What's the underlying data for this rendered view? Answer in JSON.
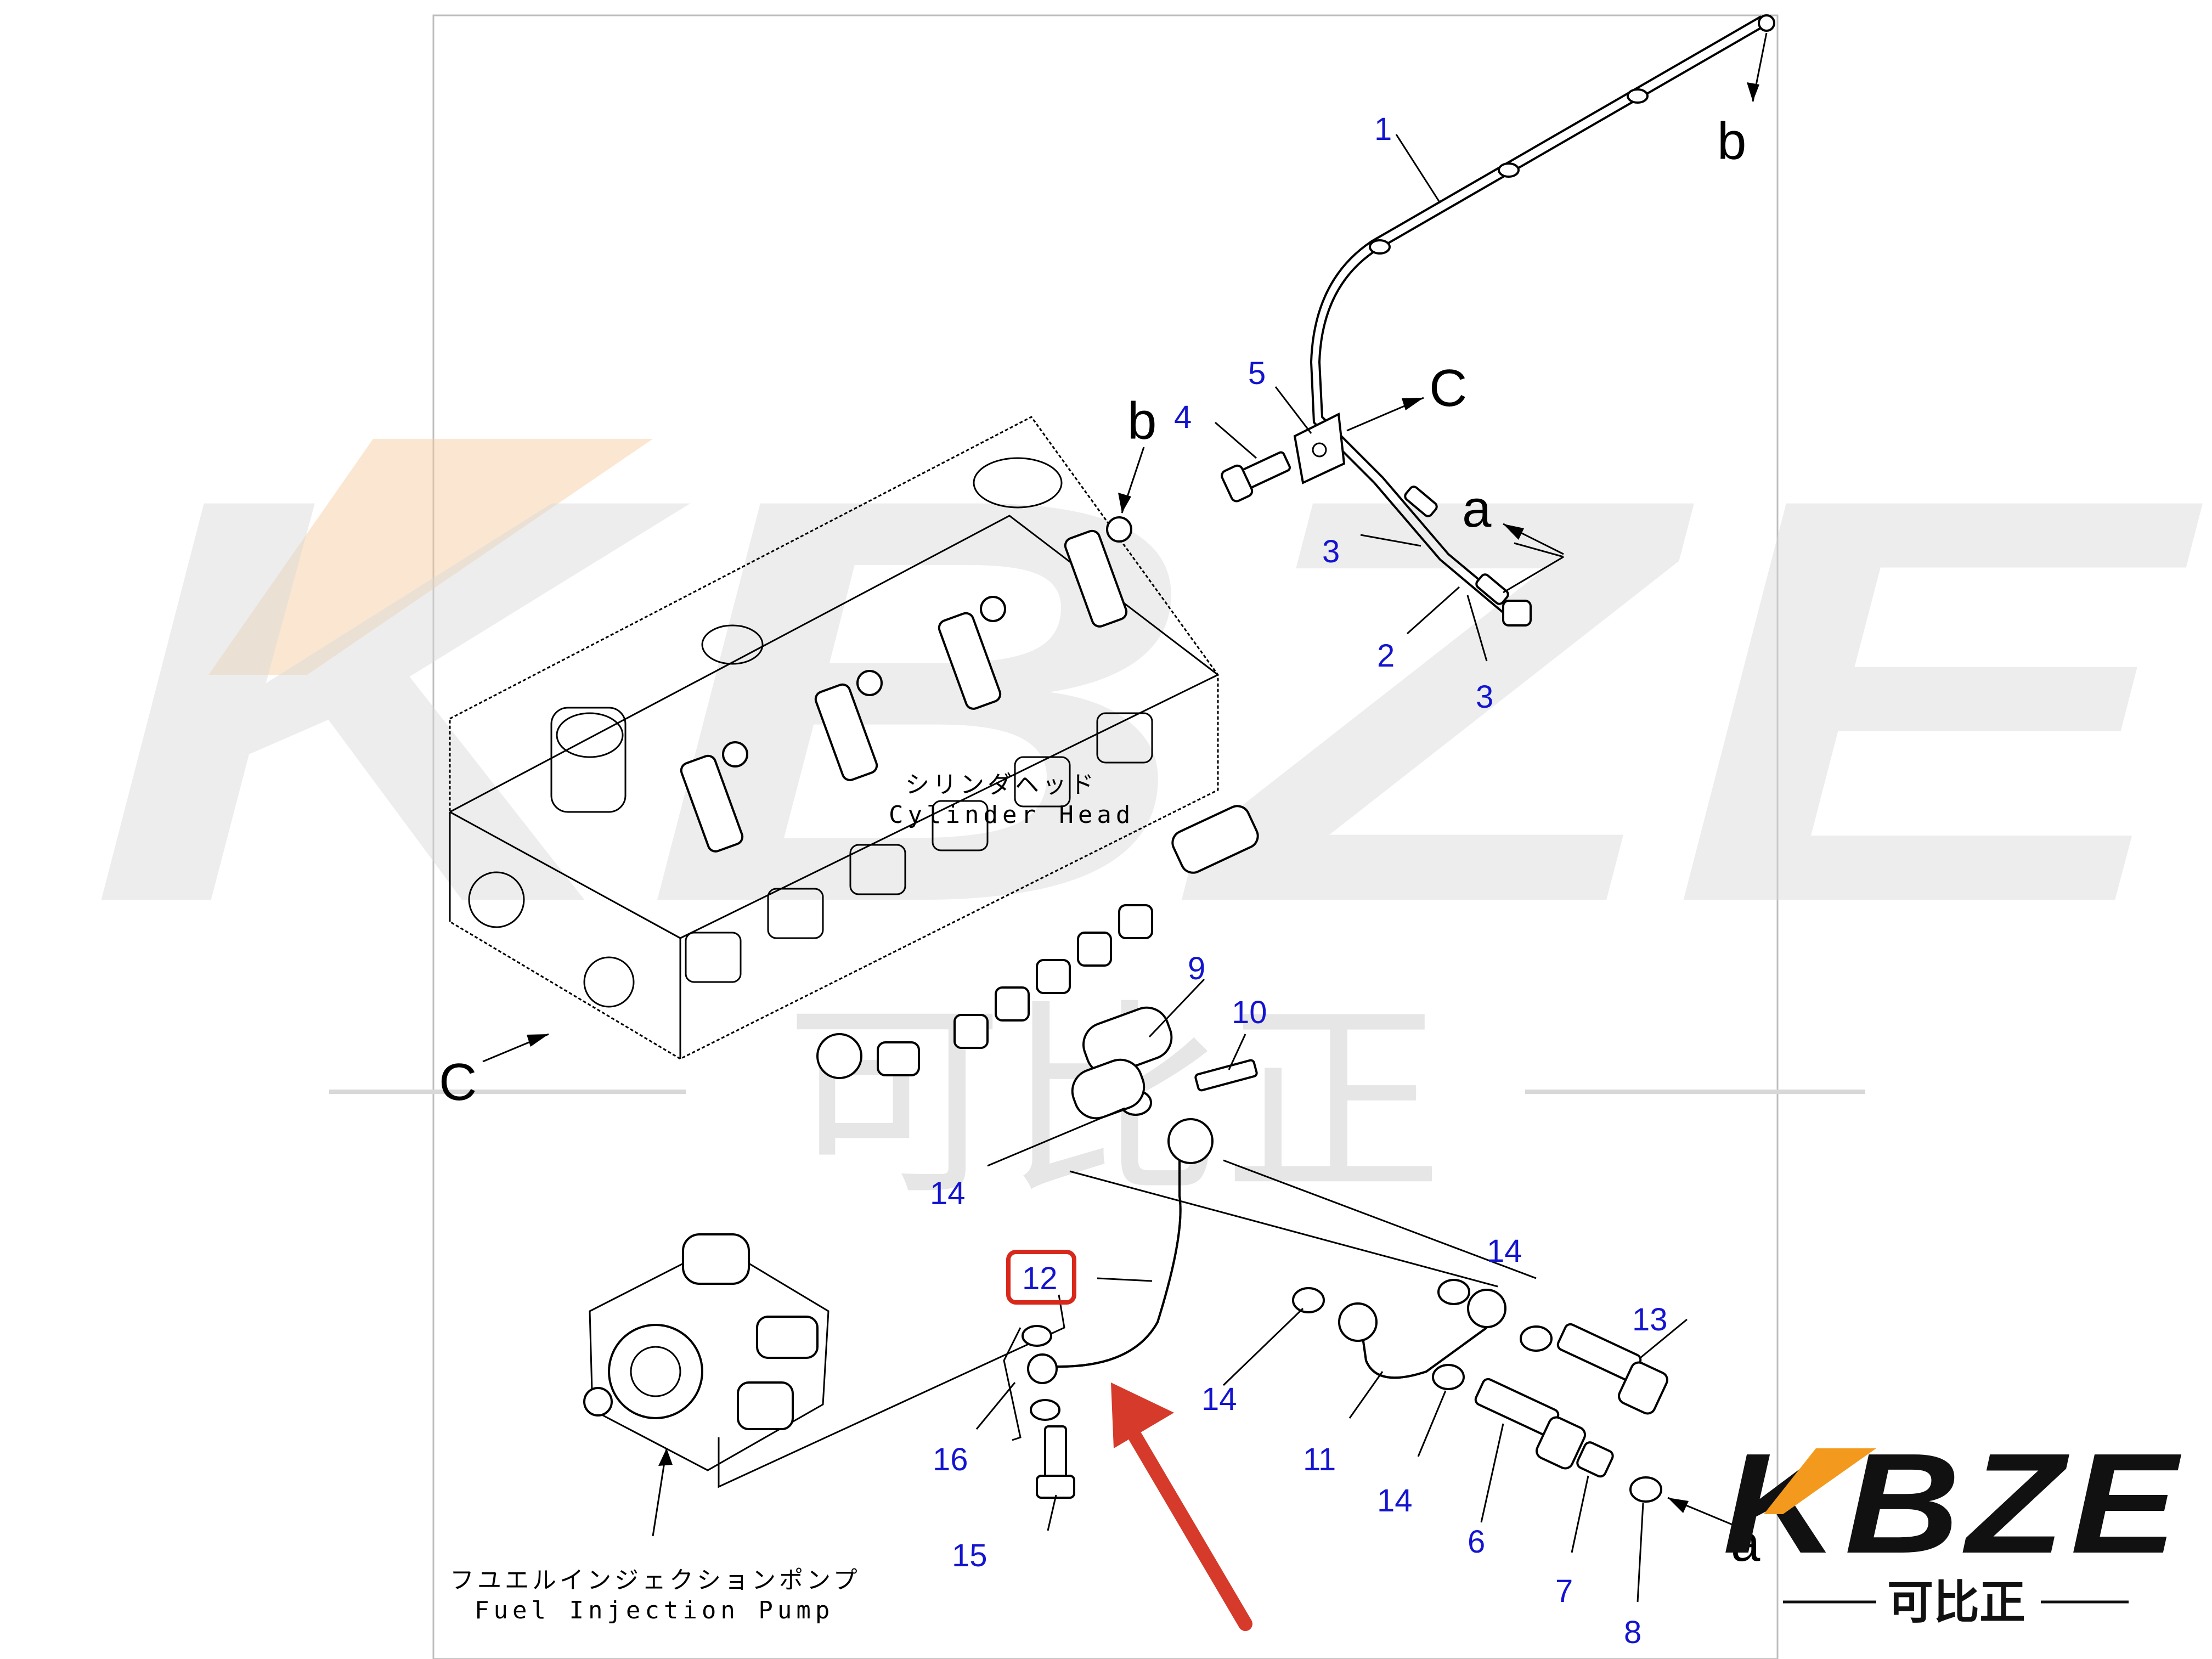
{
  "watermark": {
    "brand": "KBZE",
    "brand_cn": "可比正",
    "accent_color": "#f7c999"
  },
  "logo": {
    "brand": "KBZE",
    "brand_cn": "可比正",
    "accent_color": "#f39a1e"
  },
  "labels": {
    "cylinder_head_jp": "シリンダヘッド",
    "cylinder_head_en": "Cylinder Head",
    "fuel_pump_jp": "フユエルインジェクションポンプ",
    "fuel_pump_en": "Fuel Injection Pump"
  },
  "reference_letters": {
    "a_top": "a",
    "a_bottom": "a",
    "b_top": "b",
    "b_mid": "b",
    "c_right": "C",
    "c_left": "C"
  },
  "callouts": [
    "1",
    "2",
    "3",
    "3",
    "4",
    "5",
    "6",
    "7",
    "8",
    "9",
    "10",
    "11",
    "12",
    "13",
    "14",
    "14",
    "14",
    "14",
    "15",
    "16"
  ],
  "highlight": {
    "part_number": "12",
    "box_color": "#d8281b",
    "arrow_color": "#d63a2a"
  },
  "callout_color": "#1414d0"
}
